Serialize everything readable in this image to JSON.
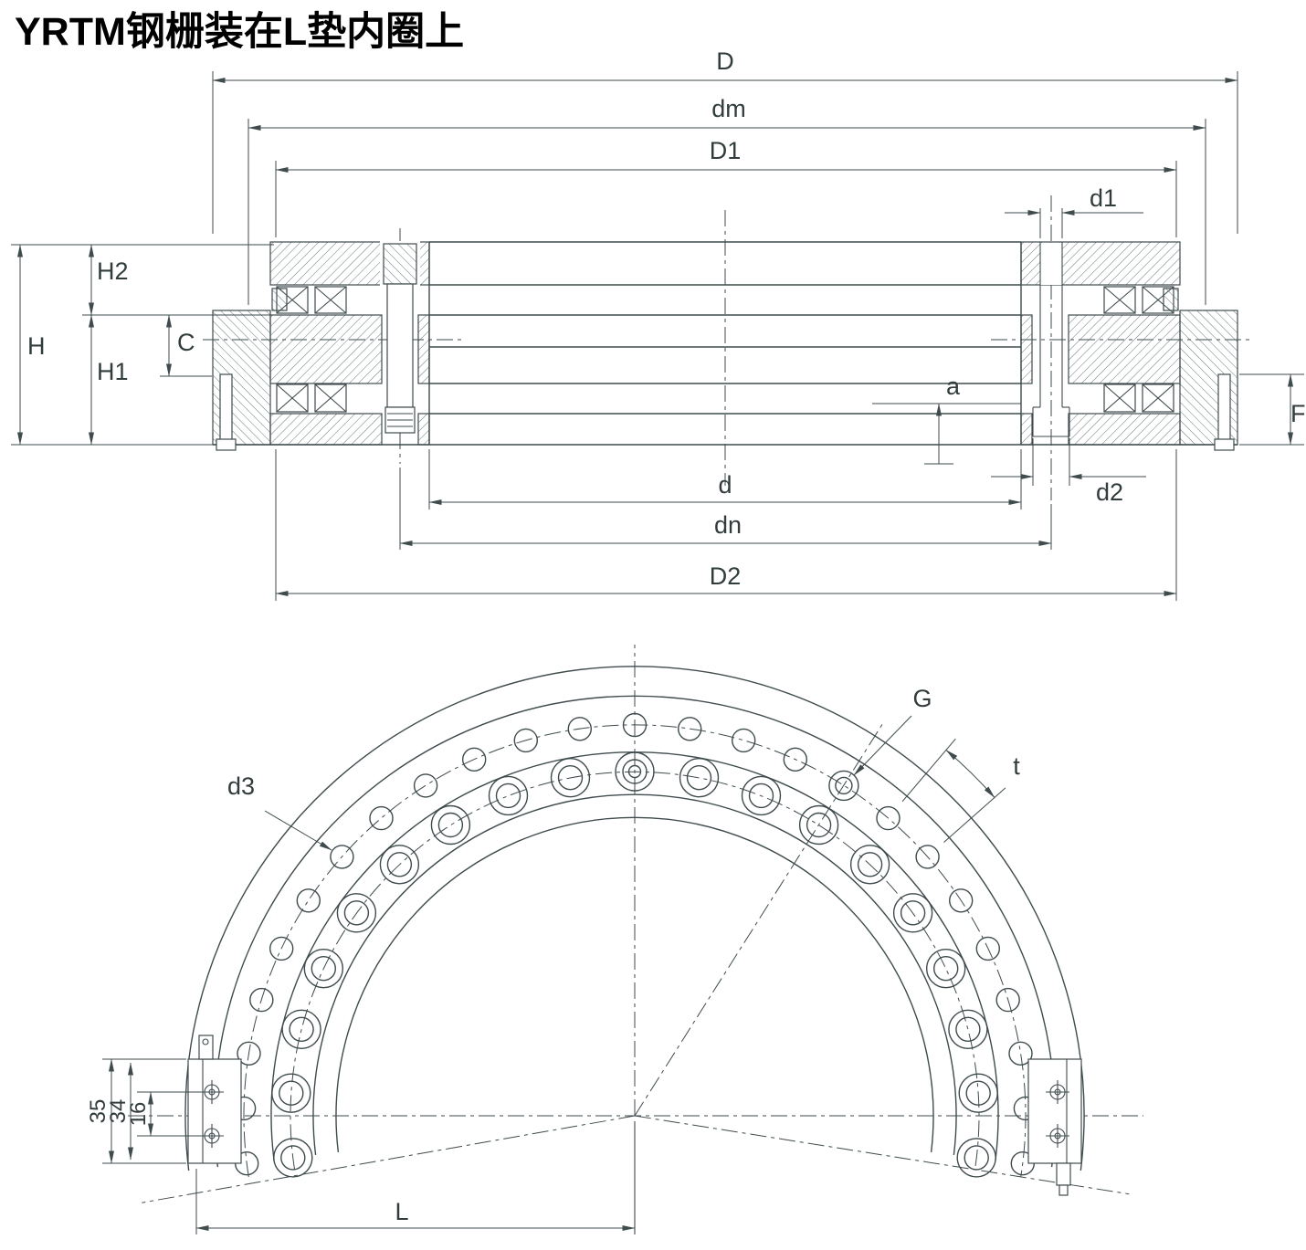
{
  "title": "YRTM钢栅装在L垫内圈上",
  "section_view": {
    "dims": {
      "D": "D",
      "dm": "dm",
      "D1": "D1",
      "d1": "d1",
      "H2": "H2",
      "H": "H",
      "C": "C",
      "H1": "H1",
      "a": "a",
      "F": "F",
      "d2": "d2",
      "d": "d",
      "dn": "dn",
      "D2": "D2"
    }
  },
  "plan_view": {
    "dims": {
      "G": "G",
      "t": "t",
      "d3": "d3",
      "L": "L",
      "s35": "35",
      "s34": "34",
      "s16": "16"
    }
  },
  "colors": {
    "line": "#3f4b4d",
    "text": "#323c3d",
    "title": "#000000",
    "background": "#ffffff"
  }
}
